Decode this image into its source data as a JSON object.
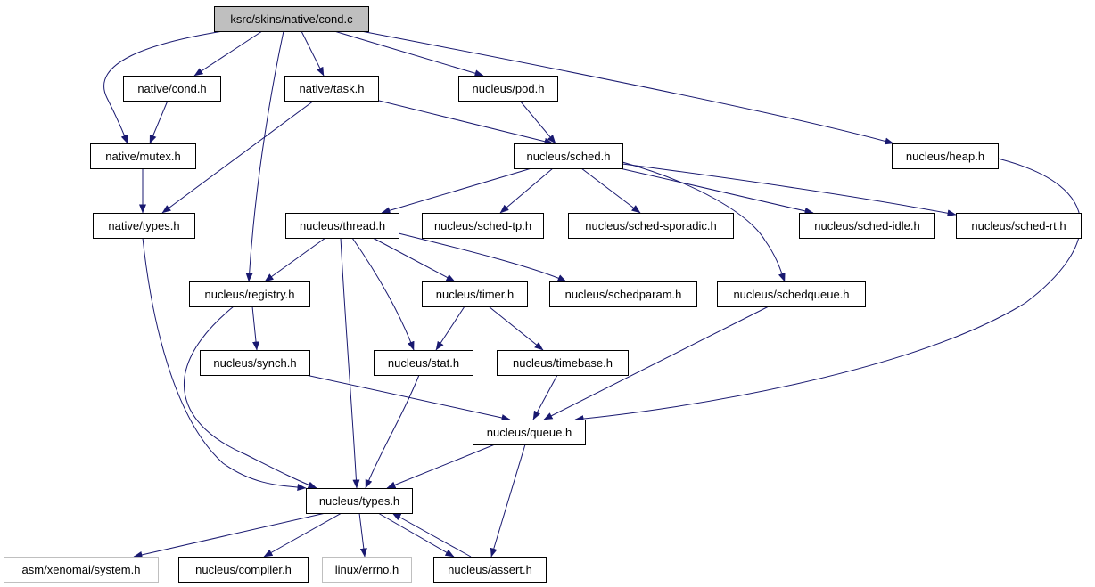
{
  "graph": {
    "nodes": [
      {
        "id": "cond_c",
        "label": "ksrc/skins/native/cond.c",
        "fill": "#bfbfbf",
        "stroke": "#000000",
        "root": true
      },
      {
        "id": "native_cond_h",
        "label": "native/cond.h"
      },
      {
        "id": "native_task_h",
        "label": "native/task.h"
      },
      {
        "id": "nucleus_pod_h",
        "label": "nucleus/pod.h"
      },
      {
        "id": "native_mutex_h",
        "label": "native/mutex.h"
      },
      {
        "id": "nucleus_sched_h",
        "label": "nucleus/sched.h"
      },
      {
        "id": "nucleus_heap_h",
        "label": "nucleus/heap.h"
      },
      {
        "id": "native_types_h",
        "label": "native/types.h"
      },
      {
        "id": "nucleus_thread_h",
        "label": "nucleus/thread.h"
      },
      {
        "id": "nucleus_sched_tp_h",
        "label": "nucleus/sched-tp.h"
      },
      {
        "id": "nucleus_sched_sporadic_h",
        "label": "nucleus/sched-sporadic.h"
      },
      {
        "id": "nucleus_sched_idle_h",
        "label": "nucleus/sched-idle.h"
      },
      {
        "id": "nucleus_sched_rt_h",
        "label": "nucleus/sched-rt.h"
      },
      {
        "id": "nucleus_registry_h",
        "label": "nucleus/registry.h"
      },
      {
        "id": "nucleus_timer_h",
        "label": "nucleus/timer.h"
      },
      {
        "id": "nucleus_schedparam_h",
        "label": "nucleus/schedparam.h"
      },
      {
        "id": "nucleus_schedqueue_h",
        "label": "nucleus/schedqueue.h"
      },
      {
        "id": "nucleus_synch_h",
        "label": "nucleus/synch.h"
      },
      {
        "id": "nucleus_stat_h",
        "label": "nucleus/stat.h"
      },
      {
        "id": "nucleus_timebase_h",
        "label": "nucleus/timebase.h"
      },
      {
        "id": "nucleus_queue_h",
        "label": "nucleus/queue.h"
      },
      {
        "id": "nucleus_types_h",
        "label": "nucleus/types.h"
      },
      {
        "id": "asm_system_h",
        "label": "asm/xenomai/system.h",
        "stroke": "#bfbfbf"
      },
      {
        "id": "nucleus_compiler_h",
        "label": "nucleus/compiler.h"
      },
      {
        "id": "linux_errno_h",
        "label": "linux/errno.h",
        "stroke": "#bfbfbf"
      },
      {
        "id": "nucleus_assert_h",
        "label": "nucleus/assert.h"
      }
    ],
    "edges": [
      [
        "cond_c",
        "native_cond_h"
      ],
      [
        "cond_c",
        "native_task_h"
      ],
      [
        "cond_c",
        "nucleus_pod_h"
      ],
      [
        "cond_c",
        "native_mutex_h"
      ],
      [
        "cond_c",
        "nucleus_registry_h"
      ],
      [
        "cond_c",
        "nucleus_heap_h"
      ],
      [
        "native_cond_h",
        "native_mutex_h"
      ],
      [
        "native_task_h",
        "nucleus_sched_h"
      ],
      [
        "native_task_h",
        "native_types_h"
      ],
      [
        "nucleus_pod_h",
        "nucleus_sched_h"
      ],
      [
        "native_mutex_h",
        "native_types_h"
      ],
      [
        "nucleus_sched_h",
        "nucleus_thread_h"
      ],
      [
        "nucleus_sched_h",
        "nucleus_sched_tp_h"
      ],
      [
        "nucleus_sched_h",
        "nucleus_sched_sporadic_h"
      ],
      [
        "nucleus_sched_h",
        "nucleus_sched_idle_h"
      ],
      [
        "nucleus_sched_h",
        "nucleus_sched_rt_h"
      ],
      [
        "nucleus_sched_h",
        "nucleus_schedqueue_h"
      ],
      [
        "nucleus_heap_h",
        "nucleus_queue_h"
      ],
      [
        "native_types_h",
        "nucleus_types_h"
      ],
      [
        "nucleus_thread_h",
        "nucleus_registry_h"
      ],
      [
        "nucleus_thread_h",
        "nucleus_timer_h"
      ],
      [
        "nucleus_thread_h",
        "nucleus_schedparam_h"
      ],
      [
        "nucleus_thread_h",
        "nucleus_stat_h"
      ],
      [
        "nucleus_thread_h",
        "nucleus_types_h"
      ],
      [
        "nucleus_registry_h",
        "nucleus_synch_h"
      ],
      [
        "nucleus_registry_h",
        "nucleus_types_h"
      ],
      [
        "nucleus_timer_h",
        "nucleus_stat_h"
      ],
      [
        "nucleus_timer_h",
        "nucleus_timebase_h"
      ],
      [
        "nucleus_schedqueue_h",
        "nucleus_queue_h"
      ],
      [
        "nucleus_synch_h",
        "nucleus_queue_h"
      ],
      [
        "nucleus_stat_h",
        "nucleus_types_h"
      ],
      [
        "nucleus_timebase_h",
        "nucleus_queue_h"
      ],
      [
        "nucleus_queue_h",
        "nucleus_types_h"
      ],
      [
        "nucleus_queue_h",
        "nucleus_assert_h"
      ],
      [
        "nucleus_types_h",
        "asm_system_h"
      ],
      [
        "nucleus_types_h",
        "nucleus_compiler_h"
      ],
      [
        "nucleus_types_h",
        "linux_errno_h"
      ],
      [
        "nucleus_types_h",
        "nucleus_assert_h"
      ],
      [
        "nucleus_assert_h",
        "nucleus_types_h"
      ]
    ],
    "edge_color": "#191970",
    "node_fill": "#ffffff",
    "node_stroke": "#000000"
  }
}
